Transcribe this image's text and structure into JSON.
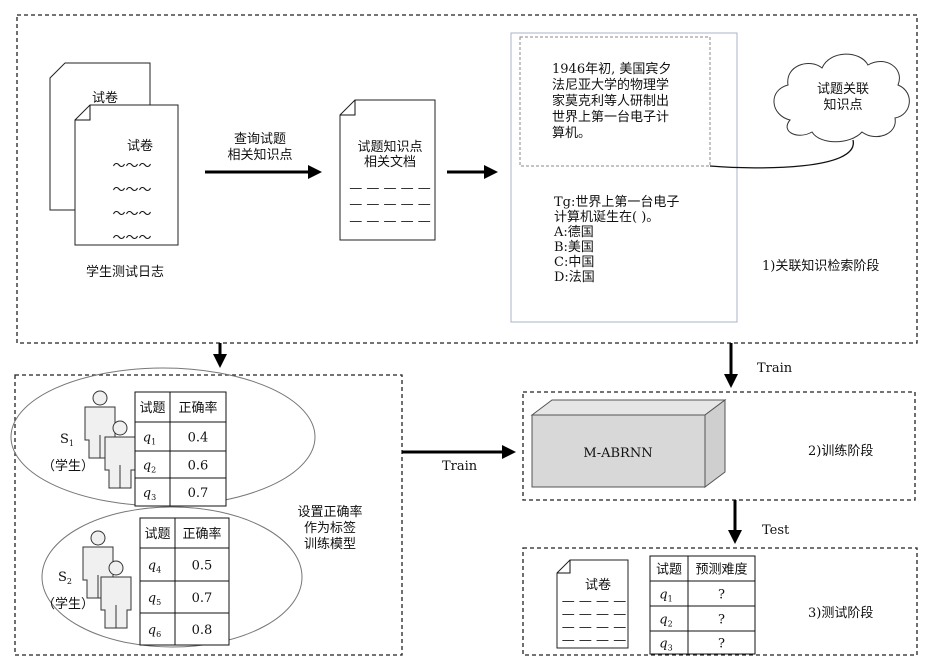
{
  "stage1": {
    "label": "1)关联知识检索阶段",
    "log_doc_title": "试卷",
    "log_caption": "学生测试日志",
    "tilde": "～～～",
    "query_label": [
      "查询试题",
      "相关知识点"
    ],
    "kdoc_title": [
      "试题知识点",
      "相关文档"
    ],
    "dash_line": "— — — — —",
    "passage": [
      "1946年初, 美国宾夕",
      "法尼亚大学的物理学",
      "家莫克利等人研制出",
      "世界上第一台电子计",
      "算机。"
    ],
    "question": [
      "Tg:世界上第一台电子",
      "计算机诞生在( )。",
      "A:德国",
      "B:美国",
      "C:中国",
      "D:法国"
    ],
    "cloud": [
      "试题关联",
      "知识点"
    ]
  },
  "stage2": {
    "label": "2)训练阶段",
    "train_label": "Train",
    "model": "M-ABRNN",
    "note": [
      "设置正确率",
      "作为标签",
      "训练模型"
    ],
    "students": [
      {
        "id": "S",
        "sub": "1",
        "role": "（学生）",
        "headers": [
          "试题",
          "正确率"
        ],
        "rows": [
          [
            "q",
            "1",
            "0.4"
          ],
          [
            "q",
            "2",
            "0.6"
          ],
          [
            "q",
            "3",
            "0.7"
          ]
        ]
      },
      {
        "id": "S",
        "sub": "2",
        "role": "（学生）",
        "headers": [
          "试题",
          "正确率"
        ],
        "rows": [
          [
            "q",
            "4",
            "0.5"
          ],
          [
            "q",
            "5",
            "0.7"
          ],
          [
            "q",
            "6",
            "0.8"
          ]
        ]
      }
    ]
  },
  "stage3": {
    "label": "3)测试阶段",
    "test_label": "Test",
    "doc_title": "试卷",
    "dash_line": "— — — —",
    "headers": [
      "试题",
      "预测难度"
    ],
    "rows": [
      [
        "q",
        "1",
        "?"
      ],
      [
        "q",
        "2",
        "?"
      ],
      [
        "q",
        "3",
        "?"
      ]
    ]
  }
}
